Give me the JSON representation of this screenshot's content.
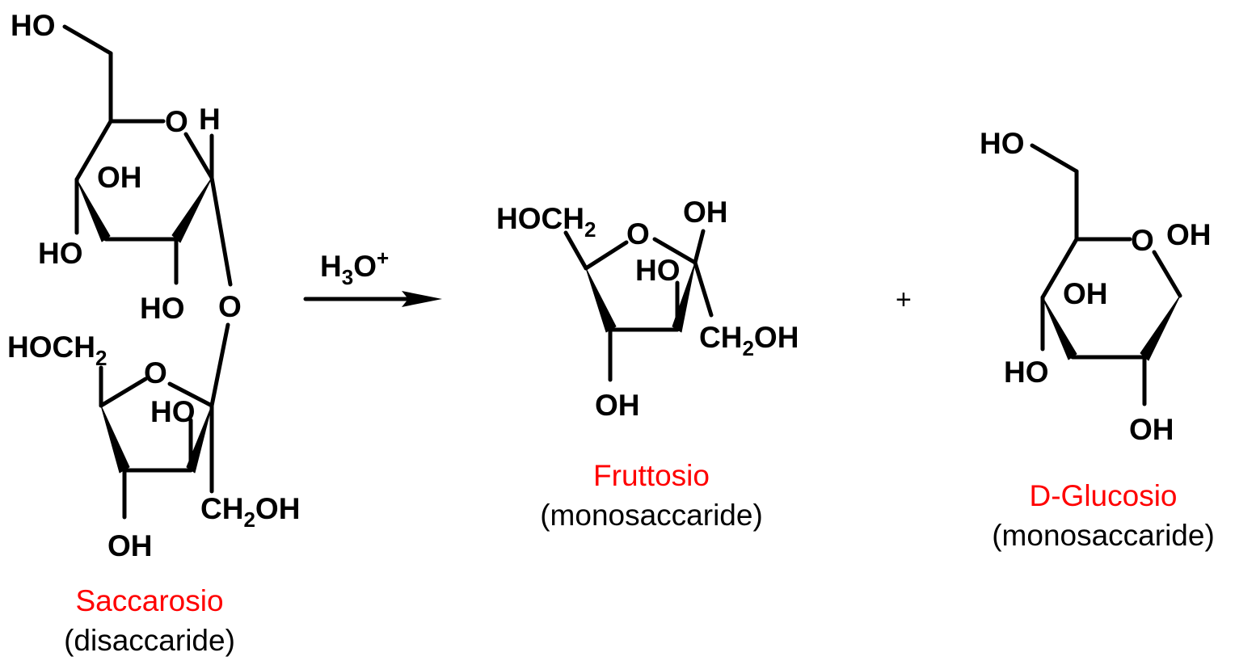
{
  "colors": {
    "name": "#ff0000",
    "ink": "#000000"
  },
  "reagent": {
    "base": "H",
    "sub": "3",
    "mid": "O",
    "sup": "+"
  },
  "plus_sign": "+",
  "atoms": {
    "ho": "HO",
    "oh": "OH",
    "o": "O",
    "h": "H",
    "c": "C",
    "h_ch2": "H",
    "hoc": "HOC",
    "sub2": "2",
    "ch2_c": "CH",
    "oh_tail": "OH"
  },
  "labels": {
    "sucrose_name": "Saccarosio",
    "sucrose_type": "(disaccaride)",
    "fructose_name": "Fruttosio",
    "fructose_type": "(monosaccaride)",
    "glucose_name": "D-Glucosio",
    "glucose_type": "(monosaccaride)"
  }
}
